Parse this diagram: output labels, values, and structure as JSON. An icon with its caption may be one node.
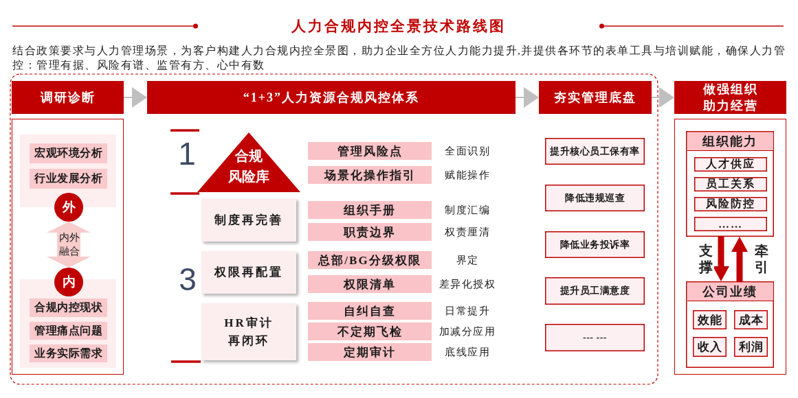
{
  "diagram": {
    "title": "人力合规内控全景技术路线图",
    "nodes": [
      {
        "text": [
          "调研诊断"
        ]
      },
      {
        "text": [
          "“1+3”人力资源合规风控体系"
        ]
      },
      {
        "text": [
          "夯实管理底盘"
        ]
      },
      {
        "text": [
          "做强组织助力经营"
        ]
      },
      {
        "text": [],
        "shape": "box"
      },
      {
        "text": [],
        "shape": "box",
        "in": 4
      },
      {
        "text": [
          "宏观环境分析"
        ],
        "in": 5
      },
      {
        "text": [
          "行业发展分析"
        ],
        "in": 5
      },
      {
        "text": [
          "外"
        ],
        "in": 4
      },
      {
        "text": [
          "内"
        ],
        "in": 4
      },
      {
        "text": [],
        "shape": "box",
        "in": 4
      },
      {
        "text": [
          "合规内控现状"
        ],
        "in": 10
      },
      {
        "text": [
          "管理痛点问题"
        ],
        "in": 10
      },
      {
        "text": [
          "业务实际需求"
        ],
        "in": 10
      },
      {
        "text": [
          "合规风险库"
        ]
      },
      {
        "text": [
          "管理风险点"
        ],
        "beside": [
          "全面识别"
        ]
      },
      {
        "text": [
          "场景化操作指引"
        ],
        "beside": [
          "赋能操作"
        ]
      },
      {
        "text": [
          "制度再完善"
        ]
      },
      {
        "text": [
          "组织手册"
        ],
        "beside": [
          "制度汇编"
        ]
      },
      {
        "text": [
          "职责边界"
        ],
        "beside": [
          "权责厘清"
        ]
      },
      {
        "text": [
          "权限再配置"
        ]
      },
      {
        "text": [
          "总部/BG分级权限"
        ],
        "beside": [
          "界定"
        ]
      },
      {
        "text": [
          "权限清单"
        ],
        "beside": [
          "差异化授权"
        ]
      },
      {
        "text": [
          "HR审计再闭环"
        ]
      },
      {
        "text": [
          "自纠自查"
        ],
        "beside": [
          "日常提升"
        ]
      },
      {
        "text": [
          "不定期飞检"
        ],
        "beside": [
          "加减分应用"
        ]
      },
      {
        "text": [
          "定期审计"
        ],
        "beside": [
          "底线应用"
        ]
      },
      {
        "text": [
          "提升核心员工保有率"
        ]
      },
      {
        "text": [
          "降低违规巡查"
        ]
      },
      {
        "text": [
          "降低业务投诉率"
        ]
      },
      {
        "text": [
          "提升员工满意度"
        ]
      },
      {
        "text": [
          "--- ---"
        ]
      },
      {
        "text": [],
        "shape": "box"
      },
      {
        "text": [
          "组织能力"
        ],
        "in": 32
      },
      {
        "text": [
          "人才供应"
        ],
        "in": 33
      },
      {
        "text": [
          "员工关系"
        ],
        "in": 33
      },
      {
        "text": [
          "风险防控"
        ],
        "in": 33
      },
      {
        "text": [
          "……"
        ],
        "in": 33
      },
      {
        "text": [
          "公司业绩"
        ],
        "in": 32
      },
      {
        "text": [
          "效能"
        ],
        "in": 38
      },
      {
        "text": [
          "成本"
        ],
        "in": 38
      },
      {
        "text": [
          "收入"
        ],
        "in": 38
      },
      {
        "text": [
          "利润"
        ],
        "in": 38
      }
    ],
    "edges": [
      {
        "from": 0,
        "to": 1,
        "arrow": "to"
      },
      {
        "from": 1,
        "to": 2,
        "arrow": "to"
      },
      {
        "from": 2,
        "to": 3,
        "arrow": "to"
      },
      {
        "from": 8,
        "to": 9,
        "arrow": "both",
        "label": "内外融合",
        "color": "#f9cccc"
      },
      {
        "from": 33,
        "to": 38,
        "arrow": "to",
        "label": "支撑",
        "color": "#c00000"
      },
      {
        "from": 38,
        "to": 33,
        "arrow": "to",
        "label": "牵引",
        "color": "#c00000"
      }
    ],
    "labels": [
      "结合政策要求与人力管理场景，为客户构建人力合规内控全景图，助力企业全方位人力能力提升,并提供各环节的表单工具与培训赋能，确保人力管控：管理有据、风险有谱、监管有方、心中有数",
      "1",
      "3"
    ]
  }
}
